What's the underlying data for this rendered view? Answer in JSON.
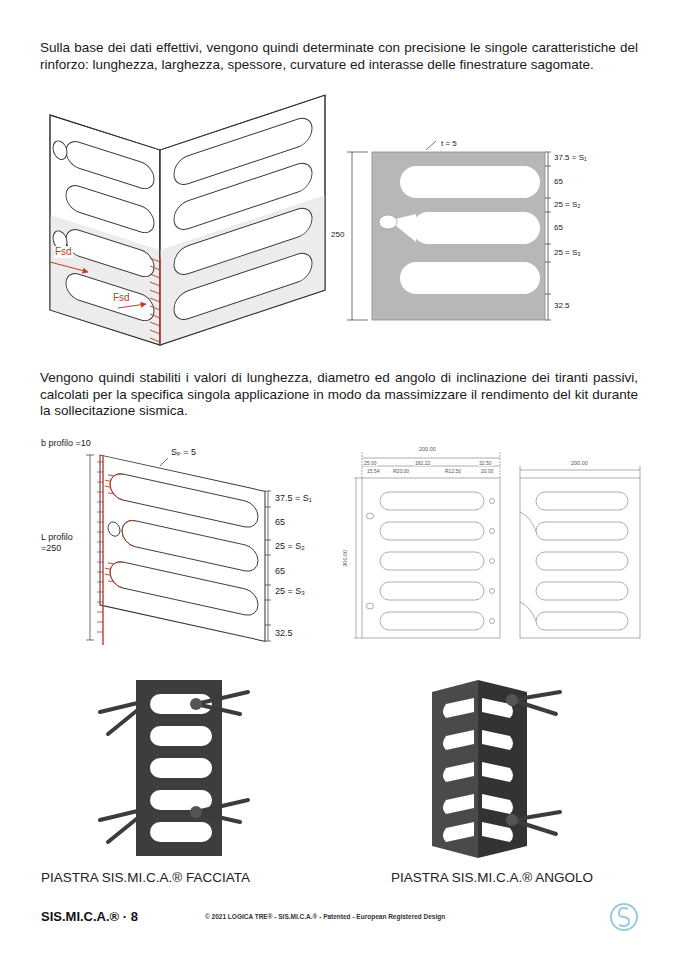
{
  "diagram": {
    "labels": [
      "Sulla base dei dati effettivi, vengono quindi determinate con precisione le singole caratteristiche del rinforzo: lunghezza, larghezza, spessore, curvature ed interasse delle finestrature sagomate.",
      "Fsd",
      "Fsd",
      "t = 5",
      "250",
      "37.5 = S₁",
      "65",
      "25 = S₂",
      "65",
      "25 = S₃",
      "32.5",
      "Vengono quindi stabiliti i valori di lunghezza, diametro ed angolo di inclinazione dei tiranti passivi, calcolati per la specifica singola applicazione in modo da massimizzare il rendimento del kit durante la sollecitazione sismica.",
      "b profilo =10",
      "Sₚ = 5",
      "L profilo =250",
      "37.5 = S₁",
      "65",
      "25 = S₂",
      "65",
      "25 = S₃",
      "32.5",
      "200.00",
      "25.00",
      "182.22",
      "32.50",
      "15.54",
      "R20.00",
      "R12.50",
      "20.00",
      "300.00",
      "200.00",
      "PIASTRA SIS.MI.C.A.® FACCIATA",
      "PIASTRA SIS.MI.C.A.® ANGOLO",
      "SIS.MI.C.A.® · 8",
      "© 2021 LOGICA TRE® - SIS.MI.C.A.® - Patented - European Registered Design"
    ]
  }
}
